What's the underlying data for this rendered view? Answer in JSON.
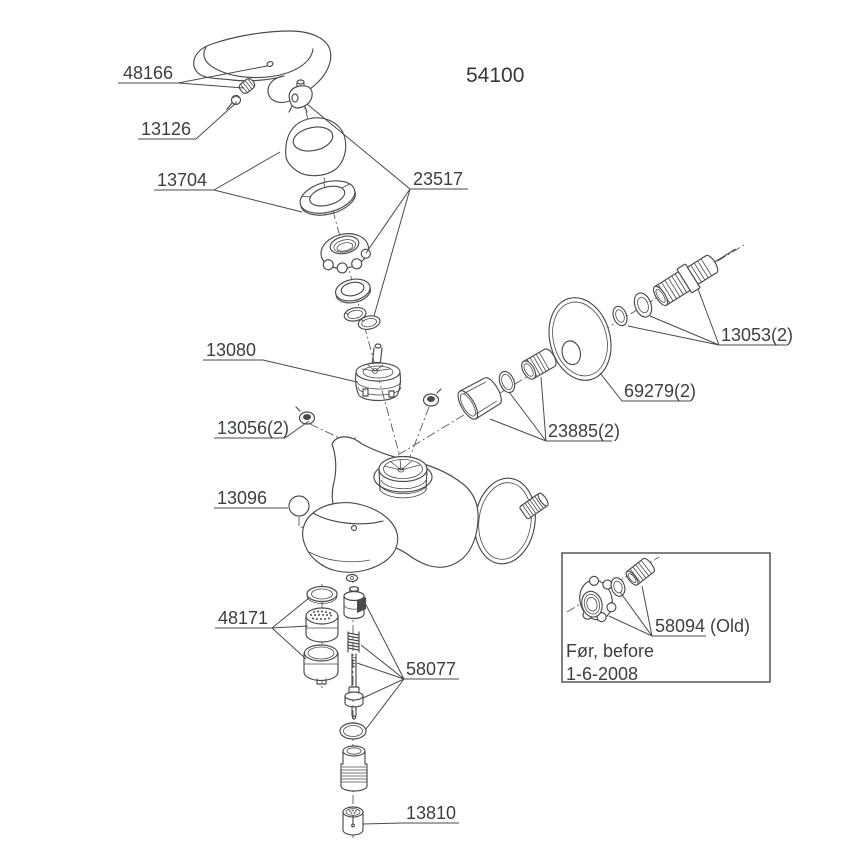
{
  "page": {
    "title": "54100"
  },
  "labels": {
    "l48166": "48166",
    "l13126": "13126",
    "l13704": "13704",
    "l23517": "23517",
    "l13080": "13080",
    "l13053": "13053(2)",
    "l69279": "69279(2)",
    "l13056": "13056(2)",
    "l23885": "23885(2)",
    "l13096": "13096",
    "l48171": "48171",
    "l58077": "58077",
    "l13810": "13810"
  },
  "inset": {
    "label": "58094 (Old)",
    "note_line1": "Før, before",
    "note_line2": "1-6-2008"
  },
  "colors": {
    "line": "#4a4a4a",
    "text": "#3b4046",
    "background": "#ffffff"
  }
}
